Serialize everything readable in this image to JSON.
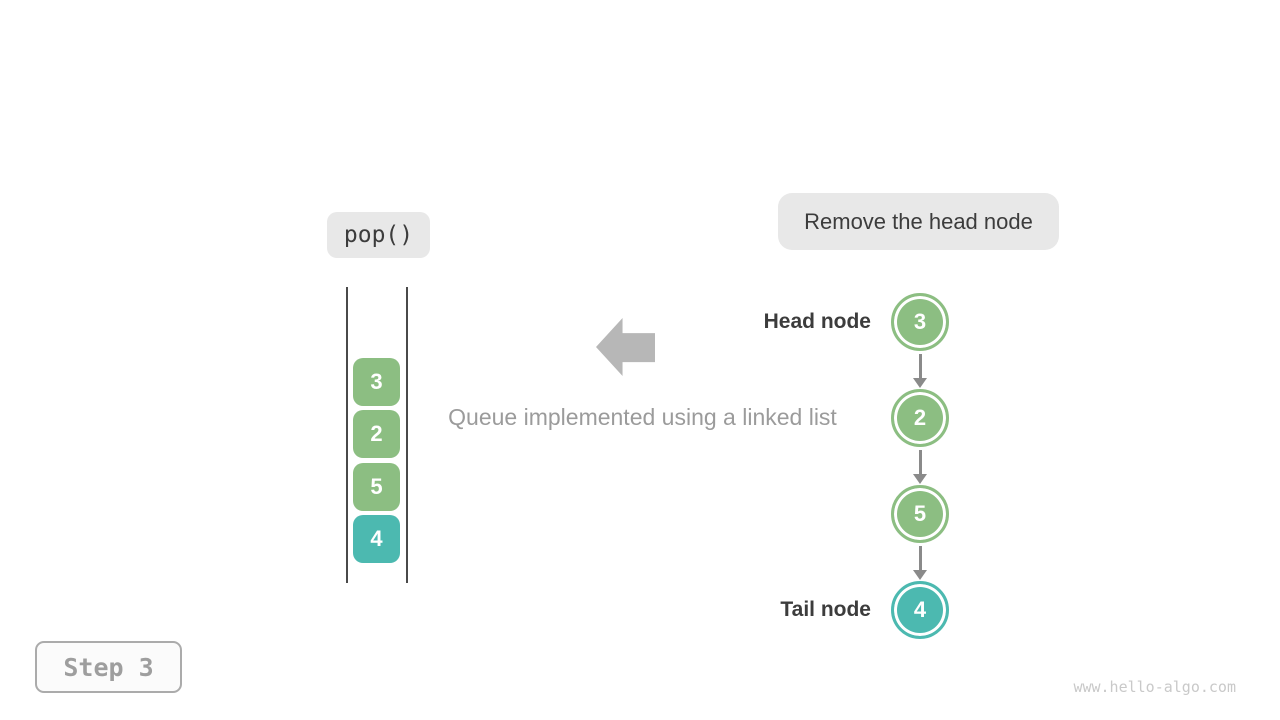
{
  "colors": {
    "badge-bg": "#E8E8E8",
    "dark-text": "#3C3C3C",
    "muted-text": "#9B9B9B",
    "block-arrow": "#B7B7B7",
    "link-arrow": "#8A8A8A",
    "queue-line": "#4A4A4A",
    "node-text": "#FFFFFF",
    "step-bg": "#FBFBFB",
    "step-border": "#ABABAB",
    "step-text": "#9E9E9E",
    "watermark": "#C9C9C9",
    "green": "#8CBE82",
    "teal": "#4CB9B0"
  },
  "operation_badge": {
    "label": "pop()"
  },
  "caption_badge": {
    "label": "Remove the head node"
  },
  "queue": {
    "caption": "Queue implemented using a linked list",
    "items": [
      {
        "value": "3",
        "color": "#8CBE82"
      },
      {
        "value": "2",
        "color": "#8CBE82"
      },
      {
        "value": "5",
        "color": "#8CBE82"
      },
      {
        "value": "4",
        "color": "#4CB9B0"
      }
    ]
  },
  "linked_list": {
    "head_label": "Head node",
    "tail_label": "Tail node",
    "nodes": [
      {
        "value": "3",
        "color": "#8CBE82"
      },
      {
        "value": "2",
        "color": "#8CBE82"
      },
      {
        "value": "5",
        "color": "#8CBE82"
      },
      {
        "value": "4",
        "color": "#4CB9B0"
      }
    ]
  },
  "footer": {
    "step_label": "Step 3",
    "watermark": "www.hello-algo.com"
  }
}
